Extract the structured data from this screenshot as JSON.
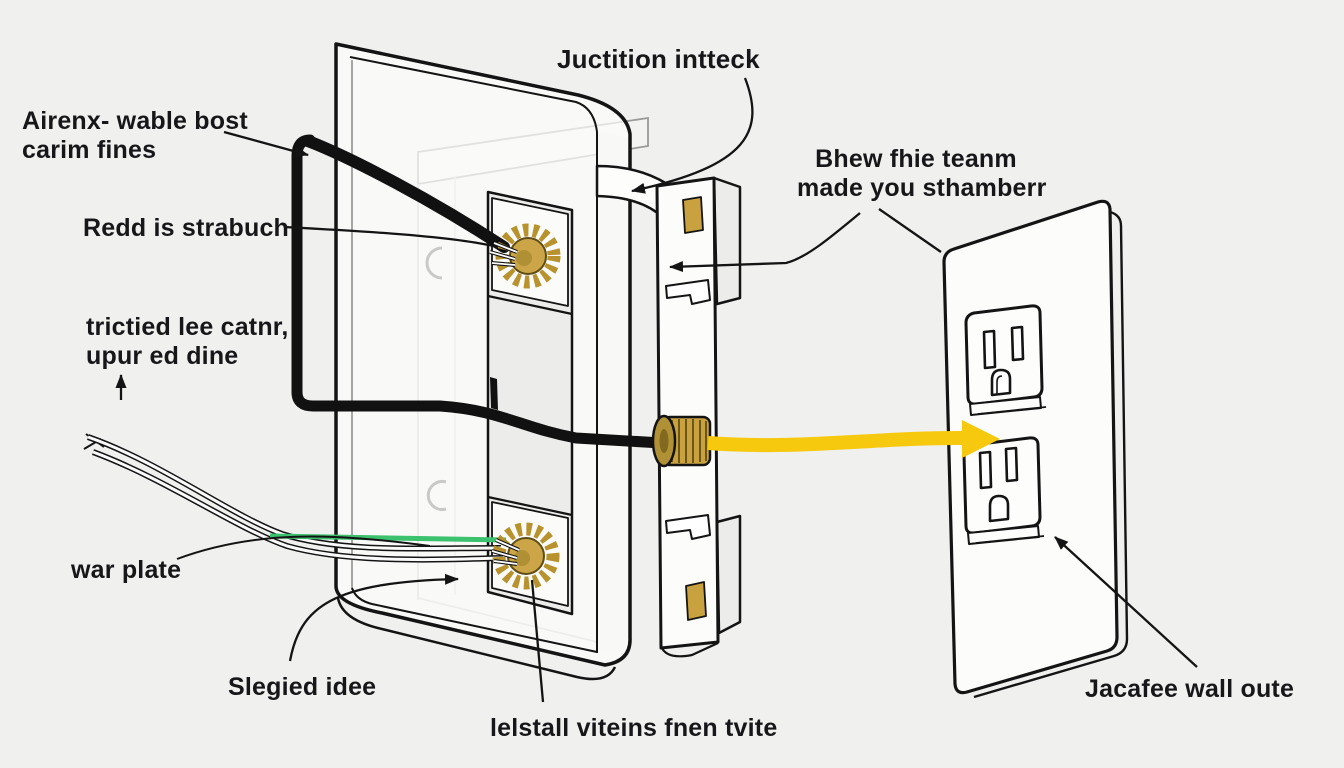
{
  "diagram": {
    "title": "electrical junction box and wall outlet wiring diagram",
    "colors": {
      "background": "#f0f0ef",
      "line": "#141414",
      "accent_yellow": "#f6c90e",
      "accent_green": "#3cc16e",
      "brass": "#c9a23f"
    },
    "labels": {
      "junction": "Juctition intteck",
      "airenx_line1": "Airenx- wable bost",
      "airenx_line2": "carim fines",
      "redd": "Redd is strabuch",
      "twisted_line1": "trictied lee catnr,",
      "twisted_line2": "upur ed dine",
      "war_plate": "war plate",
      "sleeved": "Slegied idee",
      "install": "lelstall viteins fnen tvite",
      "bhew_line1": "Bhew fhie teanm",
      "bhew_line2": "made you sthamberr",
      "wall_outlet": "Jacafee wall oute"
    }
  }
}
